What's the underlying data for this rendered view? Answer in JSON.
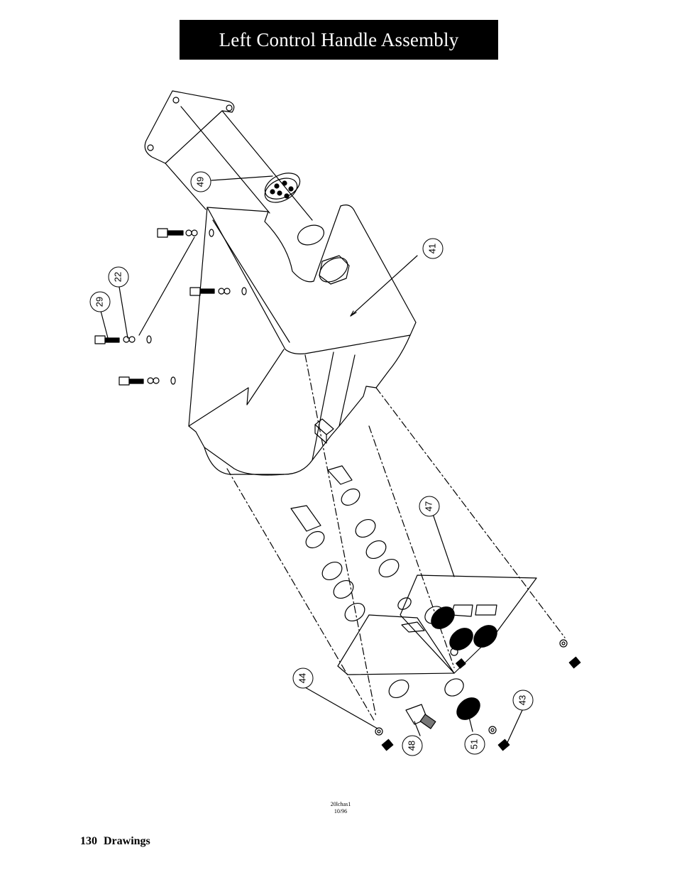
{
  "header": {
    "title": "Left Control Handle Assembly"
  },
  "drawing": {
    "callouts": [
      {
        "id": "c49",
        "label": "49"
      },
      {
        "id": "c41",
        "label": "41"
      },
      {
        "id": "c22",
        "label": "22"
      },
      {
        "id": "c29",
        "label": "29"
      },
      {
        "id": "c47",
        "label": "47"
      },
      {
        "id": "c44",
        "label": "44"
      },
      {
        "id": "c43",
        "label": "43"
      },
      {
        "id": "c48",
        "label": "48"
      },
      {
        "id": "c51",
        "label": "51"
      }
    ],
    "file_id": "20lchas1",
    "file_date": "10/96"
  },
  "footer": {
    "page_number": "130",
    "section": "Drawings"
  }
}
